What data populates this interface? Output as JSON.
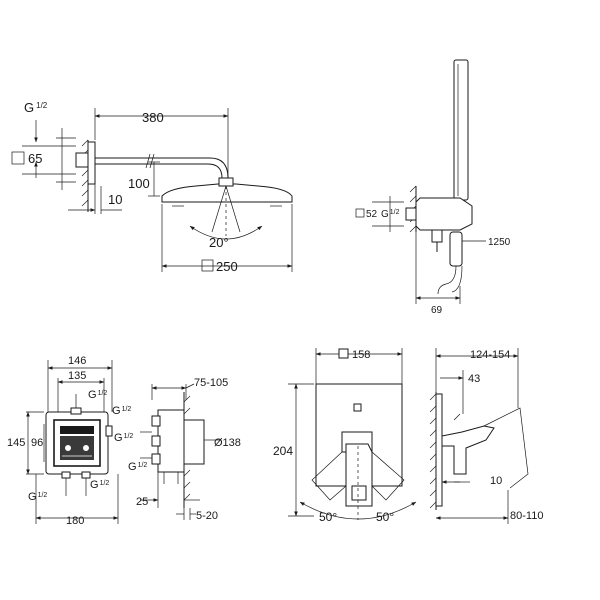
{
  "shower_arm": {
    "thread_main": "G",
    "thread_frac": "1/2",
    "square_65": "65",
    "arm_length": "380",
    "drop": "100",
    "offset": "10",
    "angle": "20°",
    "head_size": "250"
  },
  "hand_shower": {
    "square_52": "52",
    "thread_main": "G",
    "thread_frac": "1/2",
    "hose_length": "1250",
    "depth": "69"
  },
  "box_front": {
    "w_146": "146",
    "w_135": "135",
    "h_145": "145",
    "h_96": "96",
    "w_180": "180",
    "thread_main": "G",
    "thread_frac": "1/2"
  },
  "box_side": {
    "range_75_105": "75-105",
    "dia_138": "Ø138",
    "depth_25": "25",
    "range_5_20": "5-20",
    "thread_main": "G",
    "thread_frac": "1/2"
  },
  "trim_front": {
    "square_158": "158",
    "height_204": "204",
    "angle_left": "50°",
    "angle_right": "50°"
  },
  "trim_side": {
    "range_124_154": "124-154",
    "depth_43": "43",
    "depth_10": "10",
    "range_80_110": "80-110"
  }
}
